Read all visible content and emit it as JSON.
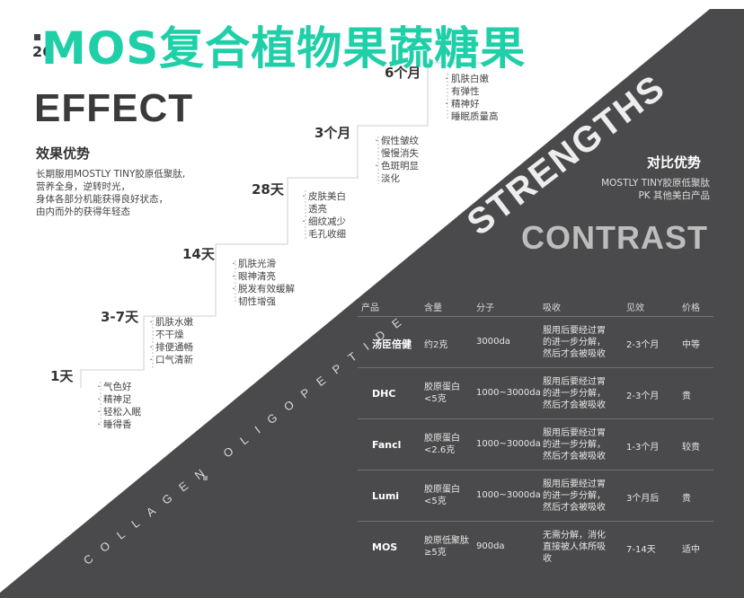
{
  "headline": "MOS复合植物果蔬糖果",
  "corner_number": "26",
  "effect": {
    "title": "EFFECT",
    "advantage_title": "效果优势",
    "advantage_lines": [
      "长期服用MOSTLY TINY胶原低聚肽,",
      "营养全身，逆转时光，",
      "身体各部分机能获得良好状态，",
      "由内而外的获得年轻态"
    ]
  },
  "timeline": [
    {
      "label": "1天",
      "items": [
        "气色好",
        "精神足",
        "轻松入眠",
        "睡得香"
      ]
    },
    {
      "label": "3-7天",
      "items": [
        "肌肤水嫩",
        "不干燥",
        "排便通畅",
        "口气清新"
      ]
    },
    {
      "label": "14天",
      "items": [
        "肌肤光滑",
        "眼神清亮",
        "脱发有效缓解",
        "韧性增强"
      ]
    },
    {
      "label": "28天",
      "items": [
        "皮肤美白",
        "透亮",
        "细纹减少",
        "毛孔收细"
      ]
    },
    {
      "label": "3个月",
      "items": [
        "假性皱纹",
        "慢慢消失",
        "色斑明显",
        "淡化"
      ]
    },
    {
      "label": "6个月",
      "items": [
        "肌肤白嫩",
        "有弹性",
        "精神好",
        "睡眠质量高"
      ]
    }
  ],
  "diagonal_text": "COLLAGEN OLIGOPEPTIDE",
  "strengths_word": "STRENGTHS",
  "comparison": {
    "title": "对比优势",
    "sub_line1": "MOSTLY TINY胶原低聚肽",
    "sub_line2": "PK 其他美白产品",
    "contrast_word": "CONTRAST"
  },
  "table": {
    "headers": [
      "产品",
      "含量",
      "分子",
      "吸收",
      "见效",
      "价格"
    ],
    "rows": [
      {
        "product": "汤臣倍健",
        "content": "约2克",
        "molecule": "3000da",
        "absorption": "服用后要经过胃的进一步分解，然后才会被吸收",
        "effect": "2-3个月",
        "price": "中等"
      },
      {
        "product": "DHC",
        "content": "胶原蛋白<5克",
        "molecule": "1000~3000da",
        "absorption": "服用后要经过胃的进一步分解，然后才会被吸收",
        "effect": "2-3个月",
        "price": "贵"
      },
      {
        "product": "Fancl",
        "content": "胶原蛋白<2.6克",
        "molecule": "1000~3000da",
        "absorption": "服用后要经过胃的进一步分解，然后才会被吸收",
        "effect": "1-3个月",
        "price": "较贵"
      },
      {
        "product": "Lumi",
        "content": "胶原蛋白<5克",
        "molecule": "1000~3000da",
        "absorption": "服用后要经过胃的进一步分解，然后才会被吸收",
        "effect": "3个月后",
        "price": "贵"
      },
      {
        "product": "MOS",
        "content": "胶原低聚肽≥5克",
        "molecule": "900da",
        "absorption": "无需分解，消化直接被人体所吸收",
        "effect": "7-14天",
        "price": "适中"
      }
    ]
  },
  "colors": {
    "headline": "#1ecfa8",
    "dark": "#4a4a4c",
    "line": "#cfcfcf"
  }
}
